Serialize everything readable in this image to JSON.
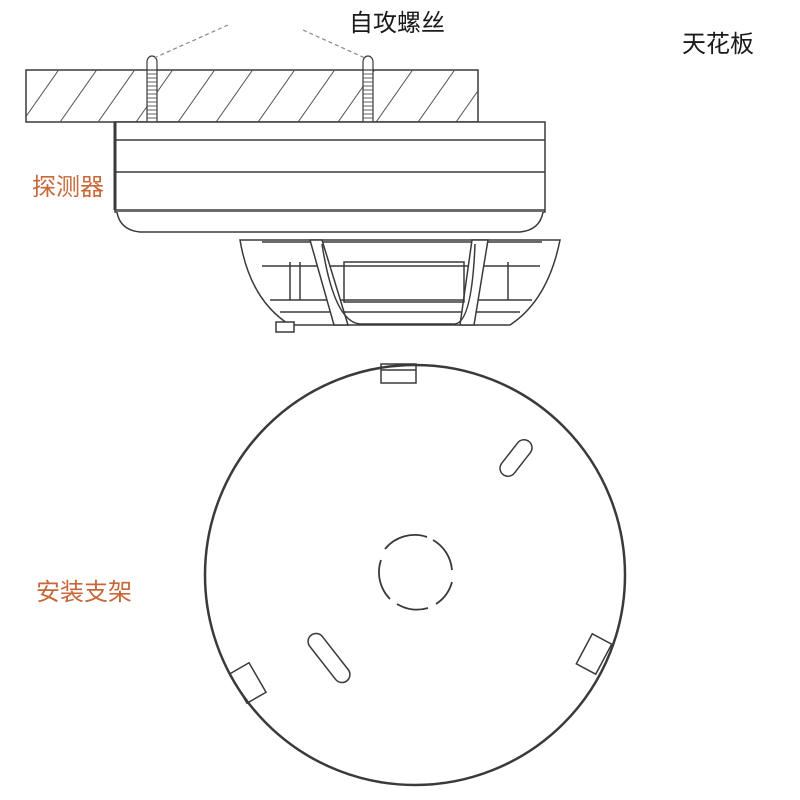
{
  "labels": {
    "screws": "自攻螺丝",
    "ceiling": "天花板",
    "detector": "探测器",
    "bracket": "安装支架"
  },
  "colors": {
    "line": "#3a3a3a",
    "hatch": "#555555",
    "callout_dash": "#888888",
    "accent_label": "#c8683a",
    "text": "#1a1a1a"
  }
}
